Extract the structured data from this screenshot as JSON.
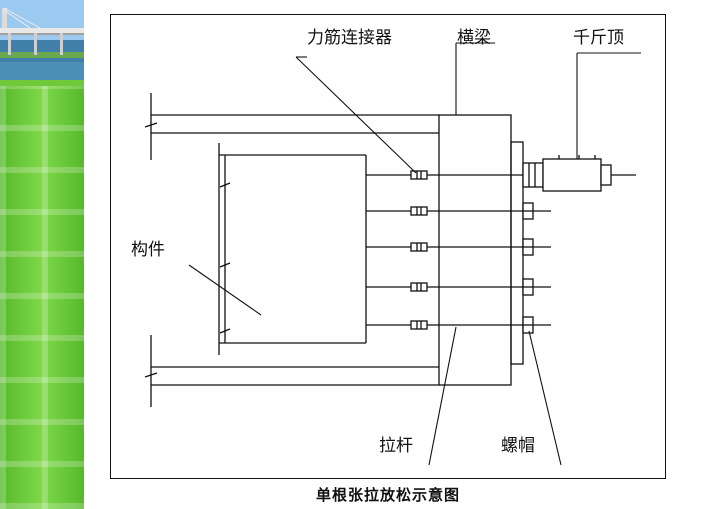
{
  "labels": {
    "connector": "力筋连接器",
    "crossbeam": "横梁",
    "jack": "千斤顶",
    "member": "构件",
    "tie_rod": "拉杆",
    "nut": "螺帽"
  },
  "caption": "单根张拉放松示意图",
  "colors": {
    "sidebar_green": "#6fc93a",
    "line": "#111111"
  }
}
